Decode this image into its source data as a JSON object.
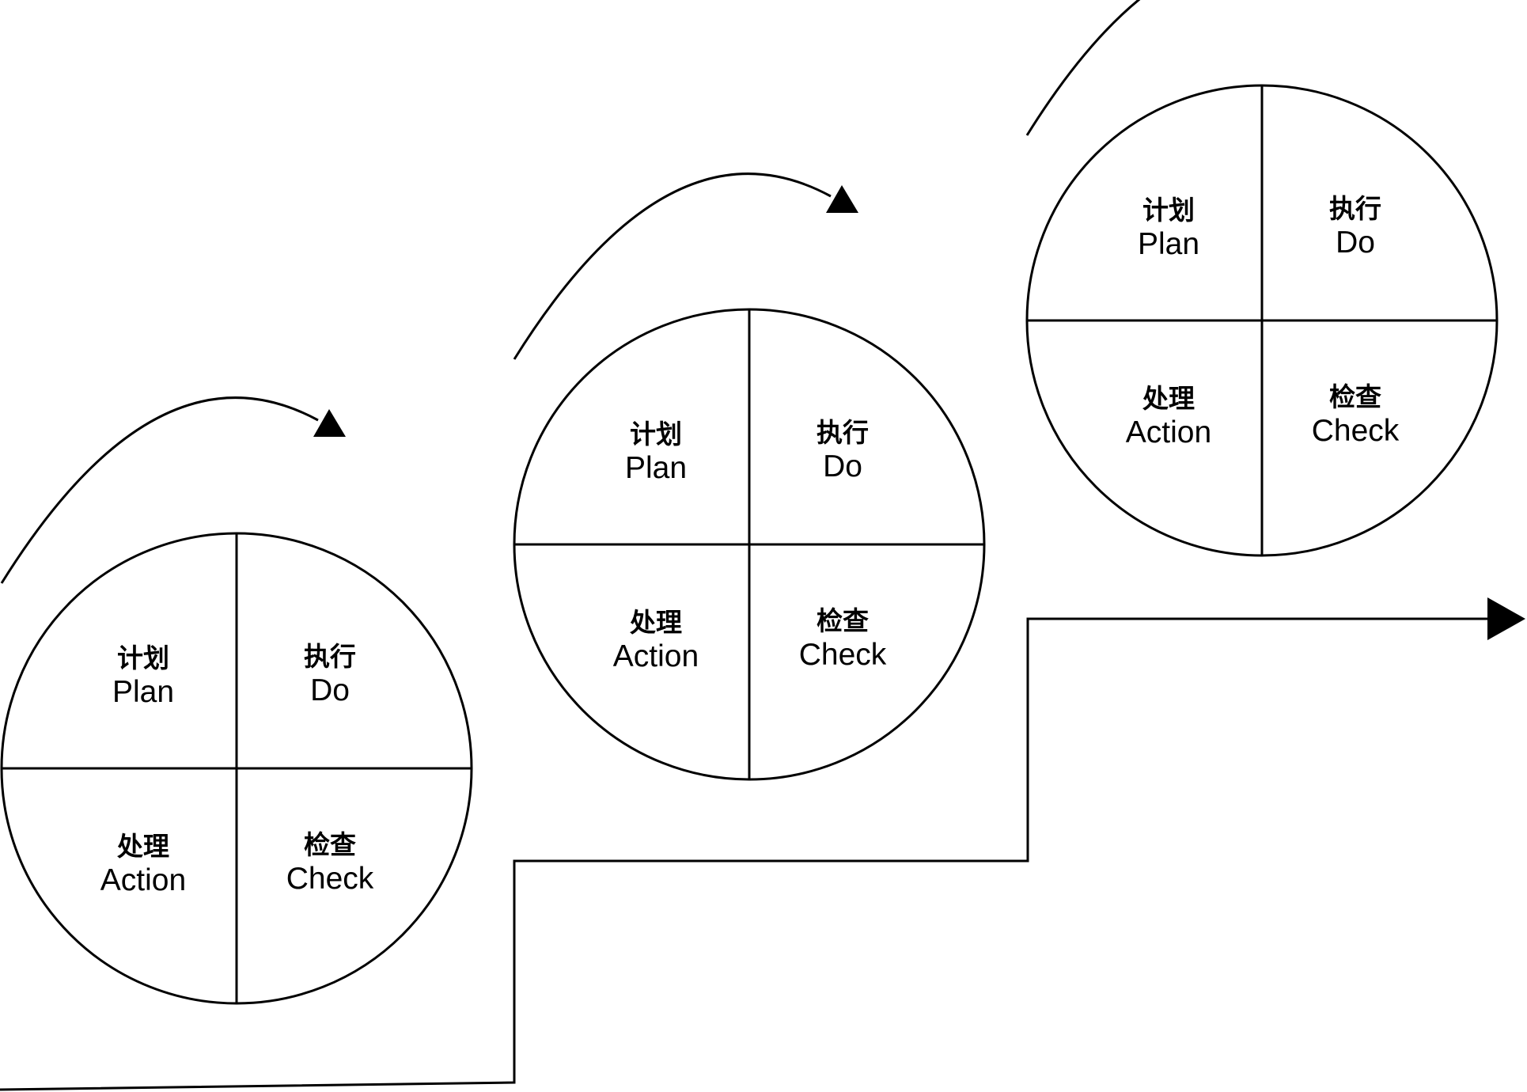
{
  "cycles": [
    {
      "quadrants": [
        {
          "zh": "计划",
          "en": "Plan"
        },
        {
          "zh": "执行",
          "en": "Do"
        },
        {
          "zh": "处理",
          "en": "Action"
        },
        {
          "zh": "检查",
          "en": "Check"
        }
      ]
    },
    {
      "quadrants": [
        {
          "zh": "计划",
          "en": "Plan"
        },
        {
          "zh": "执行",
          "en": "Do"
        },
        {
          "zh": "处理",
          "en": "Action"
        },
        {
          "zh": "检查",
          "en": "Check"
        }
      ]
    },
    {
      "quadrants": [
        {
          "zh": "计划",
          "en": "Plan"
        },
        {
          "zh": "执行",
          "en": "Do"
        },
        {
          "zh": "处理",
          "en": "Action"
        },
        {
          "zh": "检查",
          "en": "Check"
        }
      ]
    }
  ],
  "colors": {
    "stroke": "#000000",
    "background": "#ffffff"
  }
}
